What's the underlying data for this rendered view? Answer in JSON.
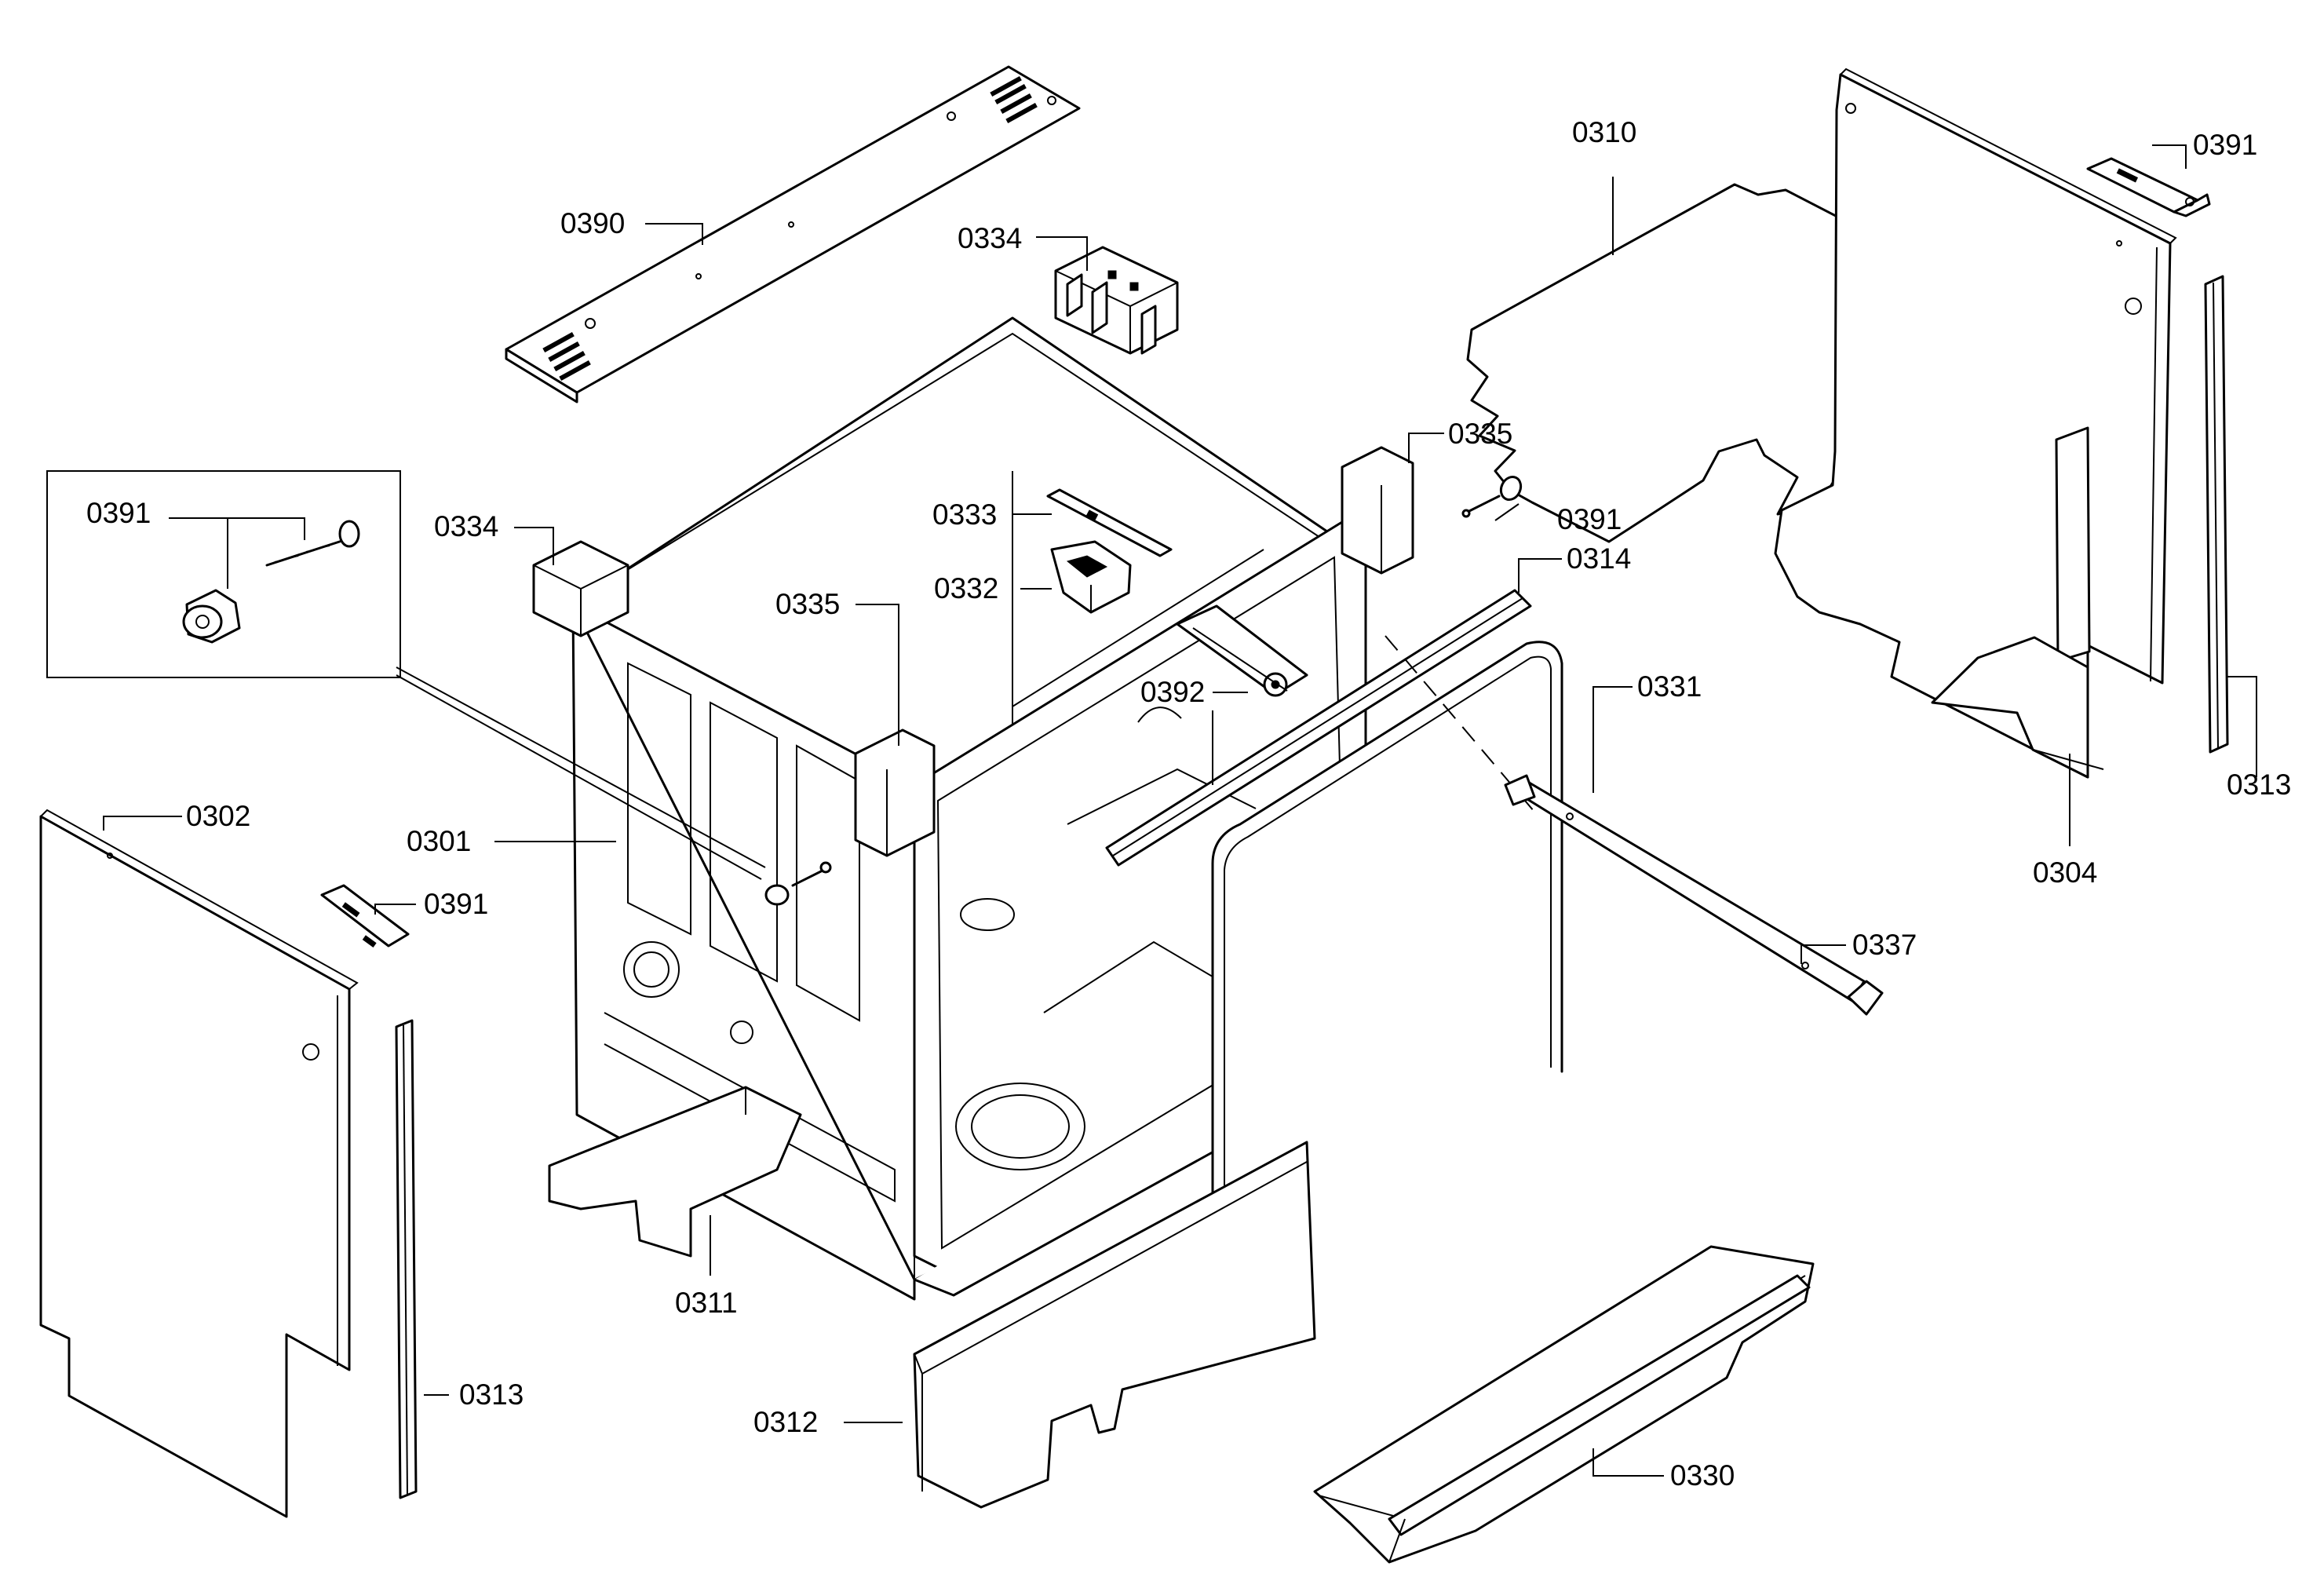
{
  "labels": {
    "p0390": "0390",
    "p0334_top": "0334",
    "p0310": "0310",
    "p0391_tr": "0391",
    "p0391_inset": "0391",
    "p0334_left": "0334",
    "p0335_right": "0335",
    "p0333": "0333",
    "p0391_mid": "0391",
    "p0314": "0314",
    "p0332": "0332",
    "p0335_left": "0335",
    "p0392": "0392",
    "p0331": "0331",
    "p0313_right": "0313",
    "p0302": "0302",
    "p0301": "0301",
    "p0391_left": "0391",
    "p0304": "0304",
    "p0337": "0337",
    "p0311": "0311",
    "p0313_left": "0313",
    "p0312": "0312",
    "p0330": "0330"
  }
}
